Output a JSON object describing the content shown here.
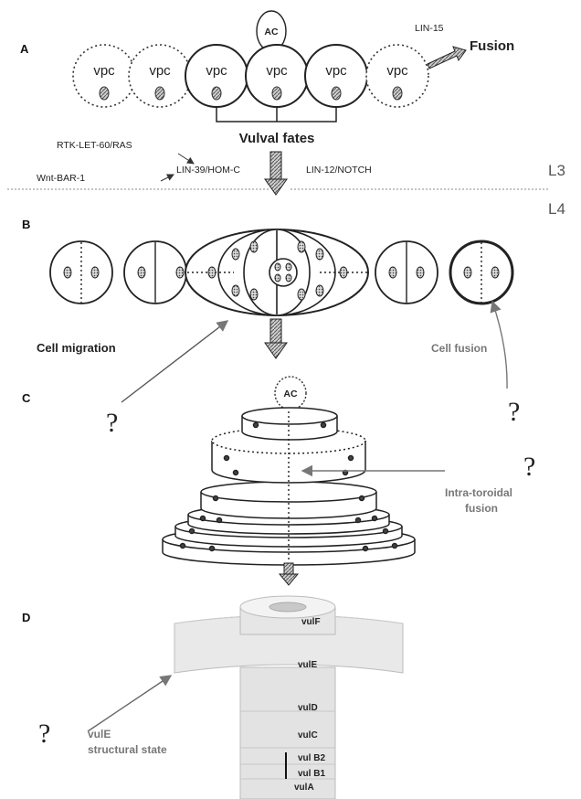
{
  "panels": {
    "a": "A",
    "b": "B",
    "c": "C",
    "d": "D"
  },
  "stages": {
    "l3": "L3",
    "l4": "L4"
  },
  "panel_a": {
    "cell_labels": [
      "vpc",
      "vpc",
      "vpc",
      "vpc",
      "vpc",
      "vpc"
    ],
    "anchor_cell": "AC",
    "lin15": "LIN-15",
    "fusion": "Fusion",
    "vulval_fates": "Vulval fates",
    "rtk": "RTK-LET-60/RAS",
    "wnt": "Wnt-BAR-1",
    "lin39": "LIN-39/HOM-C",
    "lin12": "LIN-12/NOTCH"
  },
  "panel_b": {
    "cell_migration": "Cell migration",
    "cell_fusion": "Cell fusion",
    "question_left": "?",
    "question_right": "?"
  },
  "panel_c": {
    "anchor_cell": "AC",
    "intra_line1": "Intra-toroidal",
    "intra_line2": "fusion",
    "question": "?"
  },
  "panel_d": {
    "rings": [
      "vulF",
      "vulE",
      "vulD",
      "vulC",
      "vul B2",
      "vul B1",
      "vulA"
    ],
    "state_line1": "vulE",
    "state_line2": "structural state",
    "question": "?"
  }
}
